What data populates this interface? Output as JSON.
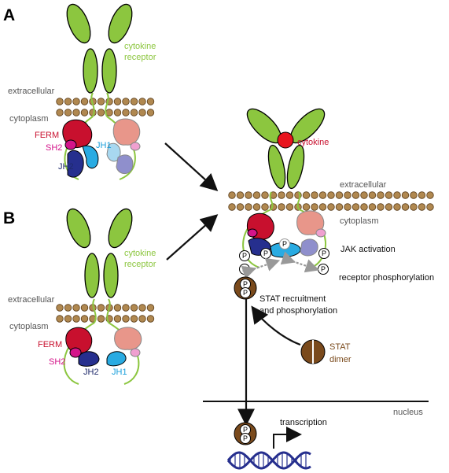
{
  "panels": {
    "a": "A",
    "b": "B"
  },
  "labels": {
    "cytokine_receptor_l1": "cytokine",
    "cytokine_receptor_l2": "receptor",
    "extracellular": "extracellular",
    "cytoplasm": "cytoplasm",
    "ferm": "FERM",
    "sh2": "SH2",
    "jh1": "JH1",
    "jh2": "JH2",
    "cytokine": "cytokine",
    "jak_activation": "JAK activation",
    "receptor_phosphorylation": "receptor phosphorylation",
    "stat_recruitment_l1": "STAT recruitment",
    "stat_recruitment_l2": "and phosphorylation",
    "stat_dimer_l1": "STAT",
    "stat_dimer_l2": "dimer",
    "nucleus": "nucleus",
    "transcription": "transcription",
    "phospho": "P"
  },
  "colors": {
    "receptor_green": "#8cc63f",
    "membrane_brown": "#b08850",
    "ferm_red": "#c8102e",
    "sh2_magenta": "#d4148a",
    "jh1_blue": "#29abe2",
    "jh2_navy": "#262f8e",
    "inactive_pink": "#e8968a",
    "cytokine_red": "#e8141e",
    "stat_brown": "#7a4a1c"
  }
}
